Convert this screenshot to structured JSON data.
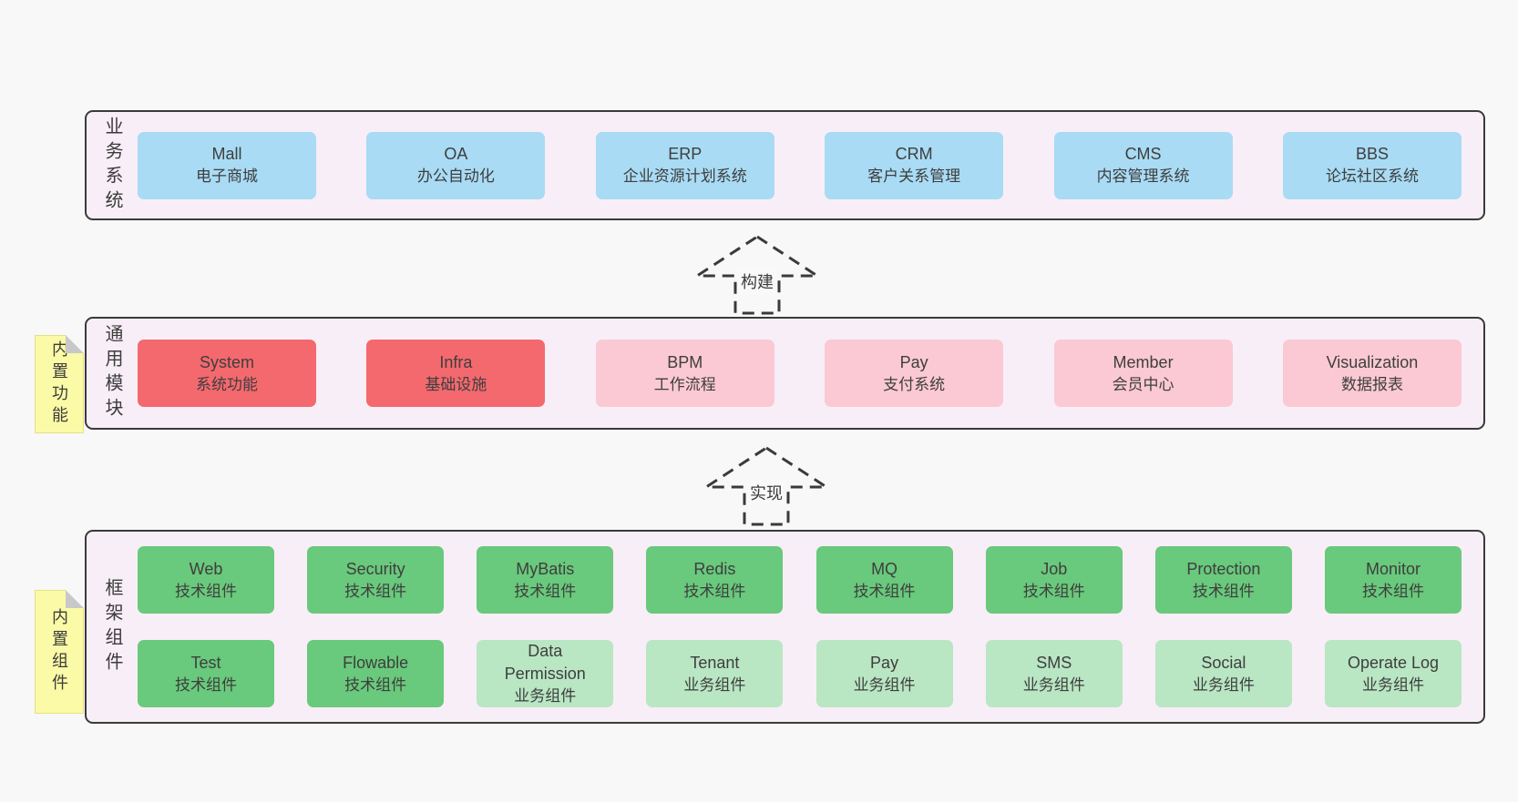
{
  "colors": {
    "page_bg": "#f8f8f8",
    "band_bg": "#f8eef7",
    "band_border": "#3a3a3a",
    "blue_box": "#a9dbf4",
    "red_box": "#f4696e",
    "pink_box": "#fbc9d3",
    "green_box": "#69c97c",
    "light_green_box": "#b9e6c3",
    "sticky_yellow": "#fbfaa6",
    "text": "#3e3e3e"
  },
  "arrows": [
    {
      "label": "构建"
    },
    {
      "label": "实现"
    }
  ],
  "bands": [
    {
      "label": "业务系统",
      "boxes": [
        {
          "name": "Mall",
          "desc": "电子商城",
          "variant": "blue"
        },
        {
          "name": "OA",
          "desc": "办公自动化",
          "variant": "blue"
        },
        {
          "name": "ERP",
          "desc": "企业资源计划系统",
          "variant": "blue"
        },
        {
          "name": "CRM",
          "desc": "客户关系管理",
          "variant": "blue"
        },
        {
          "name": "CMS",
          "desc": "内容管理系统",
          "variant": "blue"
        },
        {
          "name": "BBS",
          "desc": "论坛社区系统",
          "variant": "blue"
        }
      ]
    },
    {
      "label": "通用模块",
      "sticky": "内置功能",
      "boxes": [
        {
          "name": "System",
          "desc": "系统功能",
          "variant": "red"
        },
        {
          "name": "Infra",
          "desc": "基础设施",
          "variant": "red"
        },
        {
          "name": "BPM",
          "desc": "工作流程",
          "variant": "pink"
        },
        {
          "name": "Pay",
          "desc": "支付系统",
          "variant": "pink"
        },
        {
          "name": "Member",
          "desc": "会员中心",
          "variant": "pink"
        },
        {
          "name": "Visualization",
          "desc": "数据报表",
          "variant": "pink"
        }
      ]
    },
    {
      "label": "框架组件",
      "sticky": "内置组件",
      "rows": [
        [
          {
            "name": "Web",
            "desc": "技术组件",
            "variant": "green"
          },
          {
            "name": "Security",
            "desc": "技术组件",
            "variant": "green"
          },
          {
            "name": "MyBatis",
            "desc": "技术组件",
            "variant": "green"
          },
          {
            "name": "Redis",
            "desc": "技术组件",
            "variant": "green"
          },
          {
            "name": "MQ",
            "desc": "技术组件",
            "variant": "green"
          },
          {
            "name": "Job",
            "desc": "技术组件",
            "variant": "green"
          },
          {
            "name": "Protection",
            "desc": "技术组件",
            "variant": "green"
          },
          {
            "name": "Monitor",
            "desc": "技术组件",
            "variant": "green"
          }
        ],
        [
          {
            "name": "Test",
            "desc": "技术组件",
            "variant": "green"
          },
          {
            "name": "Flowable",
            "desc": "技术组件",
            "variant": "green"
          },
          {
            "name": "Data Permission",
            "desc": "业务组件",
            "variant": "lightgreen"
          },
          {
            "name": "Tenant",
            "desc": "业务组件",
            "variant": "lightgreen"
          },
          {
            "name": "Pay",
            "desc": "业务组件",
            "variant": "lightgreen"
          },
          {
            "name": "SMS",
            "desc": "业务组件",
            "variant": "lightgreen"
          },
          {
            "name": "Social",
            "desc": "业务组件",
            "variant": "lightgreen"
          },
          {
            "name": "Operate Log",
            "desc": "业务组件",
            "variant": "lightgreen"
          }
        ]
      ]
    }
  ]
}
